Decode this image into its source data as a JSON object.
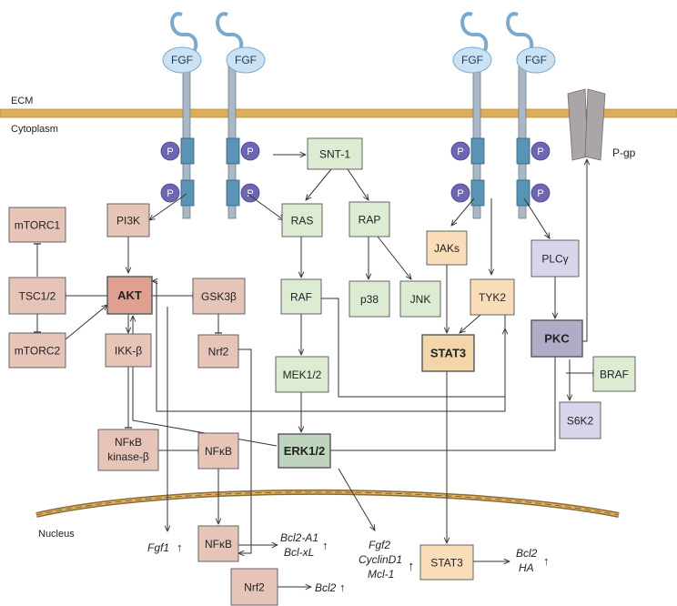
{
  "labels": {
    "ecm": "ECM",
    "cytoplasm": "Cytoplasm",
    "nucleus": "Nucleus",
    "pgp": "P-gp",
    "fgf": "FGF",
    "p": "P"
  },
  "colors": {
    "pink": "#e6c4b8",
    "akt": "#e0a090",
    "green": "#dcebd2",
    "erk": "#bed4bc",
    "orange": "#f8ddb8",
    "stat3": "#f3d5aa",
    "purple": "#d9d4ea",
    "pkc": "#b0acc8",
    "membrane": "#dcae5c",
    "receptor": "#5b93b5",
    "phospho": "#6e66b0",
    "fgf_fill": "#cbe1f4",
    "pgp_fill": "#aca5a8"
  },
  "nodes": {
    "mtorc1": "mTORC1",
    "pi3k": "PI3K",
    "snt1": "SNT-1",
    "ras": "RAS",
    "rap": "RAP",
    "jaks": "JAKs",
    "plcg": "PLCγ",
    "tsc": "TSC1/2",
    "akt": "AKT",
    "gsk3b": "GSK3β",
    "raf": "RAF",
    "p38": "p38",
    "jnk": "JNK",
    "tyk2": "TYK2",
    "stat3": "STAT3",
    "pkc": "PKC",
    "mtorc2": "mTORC2",
    "ikkb": "IKK-β",
    "nrf2": "Nrf2",
    "mek": "MEK1/2",
    "braf": "BRAF",
    "nfkb_kinase_1": "NFκB",
    "nfkb_kinase_2": "kinase-β",
    "nfkb": "NFκB",
    "s6k2": "S6K2",
    "erk": "ERK1/2",
    "nfkb_nuc": "NFκB",
    "stat3_nuc": "STAT3",
    "nrf2_nuc": "Nrf2"
  },
  "genes": {
    "fgf1": "Fgf1",
    "bcl2a1": "Bcl2-A1",
    "bclxl": "Bcl-xL",
    "fgf2": "Fgf2",
    "cyclind1": "CyclinD1",
    "mcl1": "Mcl-1",
    "bcl2_stat": "Bcl2",
    "ha": "HA",
    "bcl2_nrf": "Bcl2"
  },
  "upregulated_arrow": "↑"
}
